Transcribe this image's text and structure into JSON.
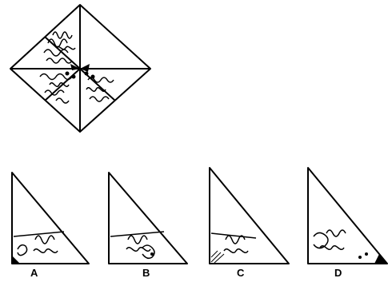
{
  "question": {
    "folded_figure": "folded-triangle-puzzle"
  },
  "options": [
    {
      "label": "A"
    },
    {
      "label": "B"
    },
    {
      "label": "C"
    },
    {
      "label": "D"
    }
  ],
  "colors": {
    "ink": "#000000",
    "paper": "#ffffff"
  }
}
